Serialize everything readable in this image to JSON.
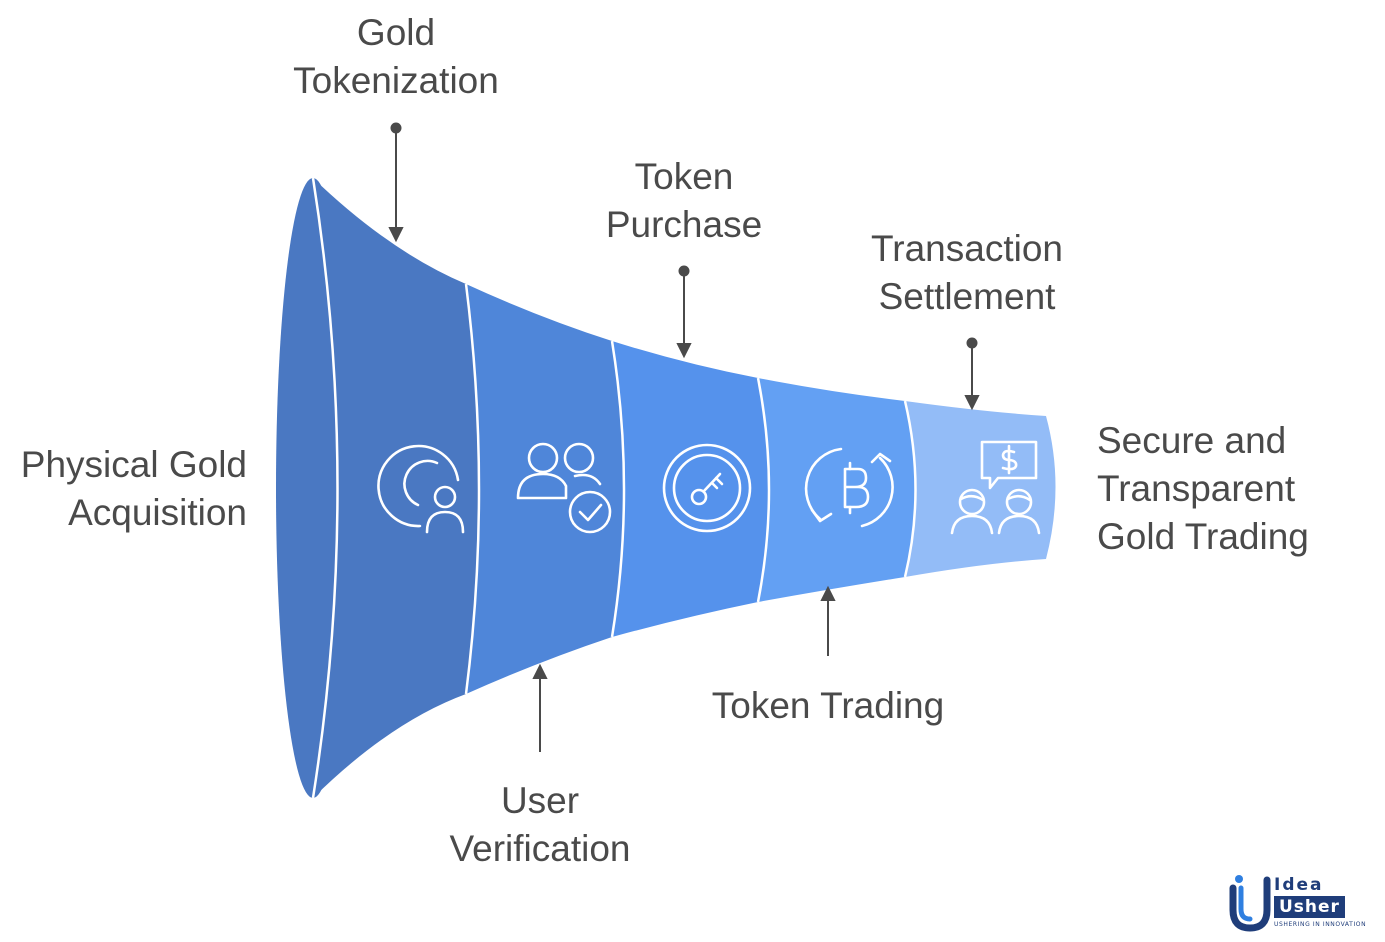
{
  "stages": [
    {
      "label_lines": [
        "Physical Gold",
        "Acquisition"
      ],
      "icon": "gold-search-user-icon",
      "color": "#4a78c2"
    },
    {
      "label_lines": [
        "Gold",
        "Tokenization"
      ],
      "icon": "none",
      "color": "#4a78c2"
    },
    {
      "label_lines": [
        "User",
        "Verification"
      ],
      "icon": "user-verification-icon",
      "color": "#4f86d9"
    },
    {
      "label_lines": [
        "Token",
        "Purchase"
      ],
      "icon": "key-coin-icon",
      "color": "#5592ec"
    },
    {
      "label_lines": [
        "Token Trading"
      ],
      "icon": "bitcoin-cycle-icon",
      "color": "#63a0f3"
    },
    {
      "label_lines": [
        "Transaction",
        "Settlement"
      ],
      "icon": "",
      "color": "#93bcf7"
    },
    {
      "label_lines": [
        "Secure and",
        "Transparent",
        "Gold Trading"
      ],
      "icon": "dollar-chat-users-icon",
      "color": "#93bcf7"
    }
  ],
  "logo": {
    "word1": "Idea",
    "word2": "Usher",
    "tagline": "USHERING IN INNOVATION",
    "brand_color": "#1f3d7a",
    "accent_color": "#2f7fe0"
  },
  "colors": {
    "label": "#4a4a4a",
    "connector": "#4a4a4a",
    "icon_stroke": "#ffffff",
    "divider": "#ffffff"
  }
}
